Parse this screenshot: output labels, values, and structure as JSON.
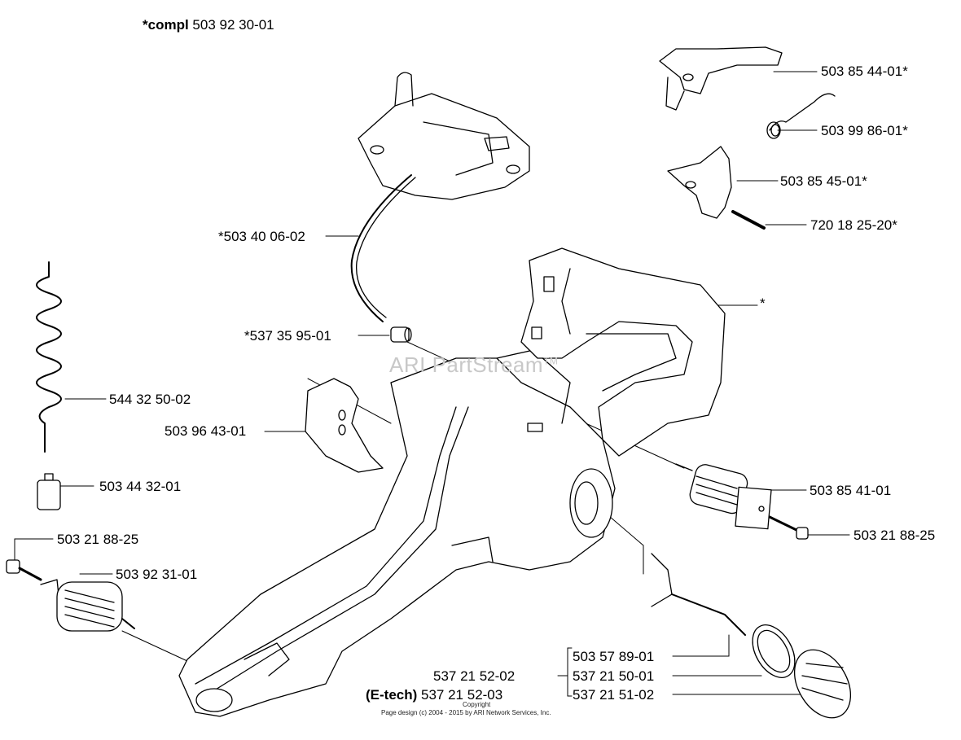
{
  "header": {
    "prefix": "*compl",
    "number": "503 92 30-01"
  },
  "parts": {
    "handle_bracket": "503 85 44-01*",
    "spring_small": "503 99 86-01*",
    "throttle_trigger": "503 85 45-01*",
    "pin": "720 18 25-20*",
    "fuel_hose": "*503 40 06-02",
    "handle_asterisk": "*",
    "grommet": "*537 35 95-01",
    "fuel_pipe_coil": "544 32 50-02",
    "chain_catcher": "503 96 43-01",
    "fuel_filter": "503 44 32-01",
    "av_element_right": "503 85 41-01",
    "screw_right": "503 21 88-25",
    "screw_left": "503 21 88-25",
    "av_element_left": "503 92 31-01",
    "strap_tether": "503 57 89-01",
    "cap_seal": "537 21 50-01",
    "tank_cap": "537 21 51-02",
    "cap_compl": "537 21 52-02",
    "etech_prefix": "(E-tech)",
    "etech_number": "537 21 52-03"
  },
  "watermark": {
    "text": "ARI PartStream",
    "tm": "TM"
  },
  "footer": {
    "copyright": "Copyright",
    "credit": "Page design (c) 2004 - 2015 by ARI Network Services, Inc."
  }
}
